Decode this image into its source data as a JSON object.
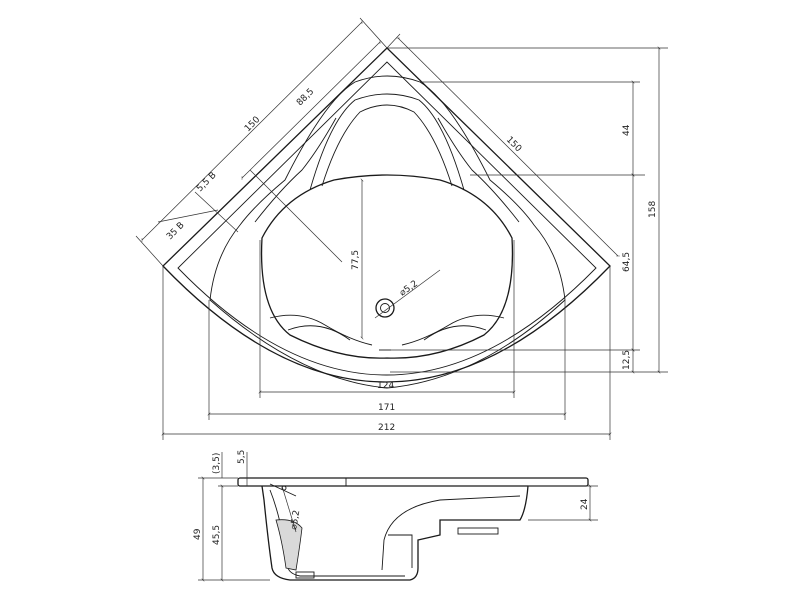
{
  "plan": {
    "side_left": "150",
    "side_right": "150",
    "inner_side": "88,5",
    "rim_5_5": "5,5 B",
    "rim_35": "35 B",
    "drain_diameter": "⌀5,2",
    "depth_77_5": "77,5",
    "height_44": "44",
    "height_64_5": "64,5",
    "height_158": "158",
    "height_12_5": "12,5",
    "width_124": "124",
    "width_171": "171",
    "width_212": "212"
  },
  "section": {
    "rim_3_5": "(3,5)",
    "rim_5_5": "5,5",
    "depth_49": "49",
    "depth_45_5": "45,5",
    "drain_5_2": "⌀5,2",
    "seat_24": "24"
  }
}
